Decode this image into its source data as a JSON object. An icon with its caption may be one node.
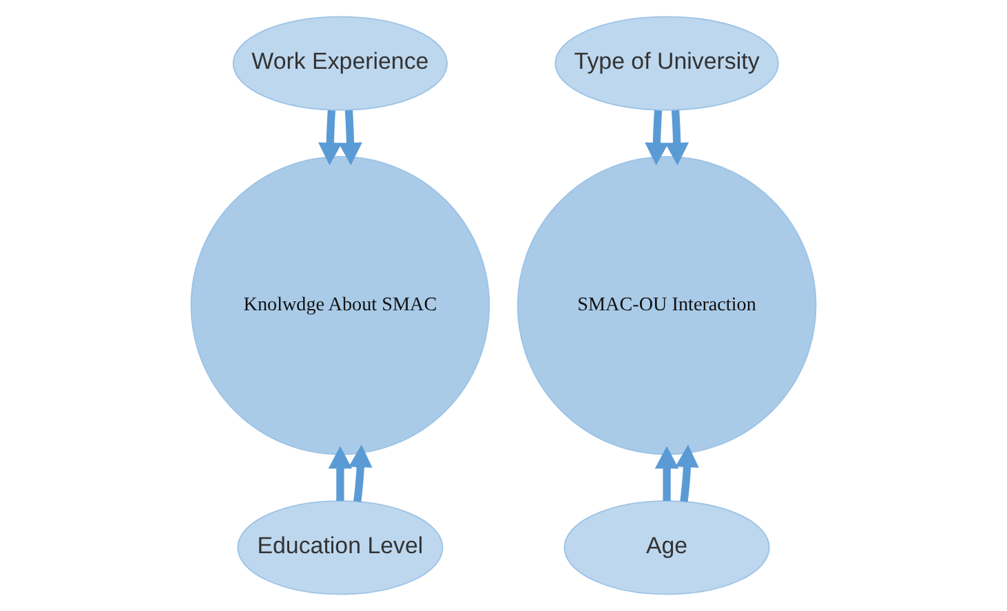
{
  "diagram": {
    "nodes": [
      {
        "text": [
          "Work Experience"
        ]
      },
      {
        "text": [
          "Type of University"
        ]
      },
      {
        "text": [
          "Knolwdge About SMAC"
        ]
      },
      {
        "text": [
          "SMAC-OU Interaction"
        ]
      },
      {
        "text": [
          "Education Level"
        ]
      },
      {
        "text": [
          "Age"
        ]
      }
    ],
    "edges": [
      {
        "from": 0,
        "to": 2,
        "arrow": "to"
      },
      {
        "from": 0,
        "to": 2,
        "arrow": "to"
      },
      {
        "from": 1,
        "to": 3,
        "arrow": "to"
      },
      {
        "from": 1,
        "to": 3,
        "arrow": "to"
      },
      {
        "from": 4,
        "to": 2,
        "arrow": "to"
      },
      {
        "from": 4,
        "to": 2,
        "arrow": "to"
      },
      {
        "from": 5,
        "to": 3,
        "arrow": "to"
      },
      {
        "from": 5,
        "to": 3,
        "arrow": "to"
      }
    ]
  }
}
